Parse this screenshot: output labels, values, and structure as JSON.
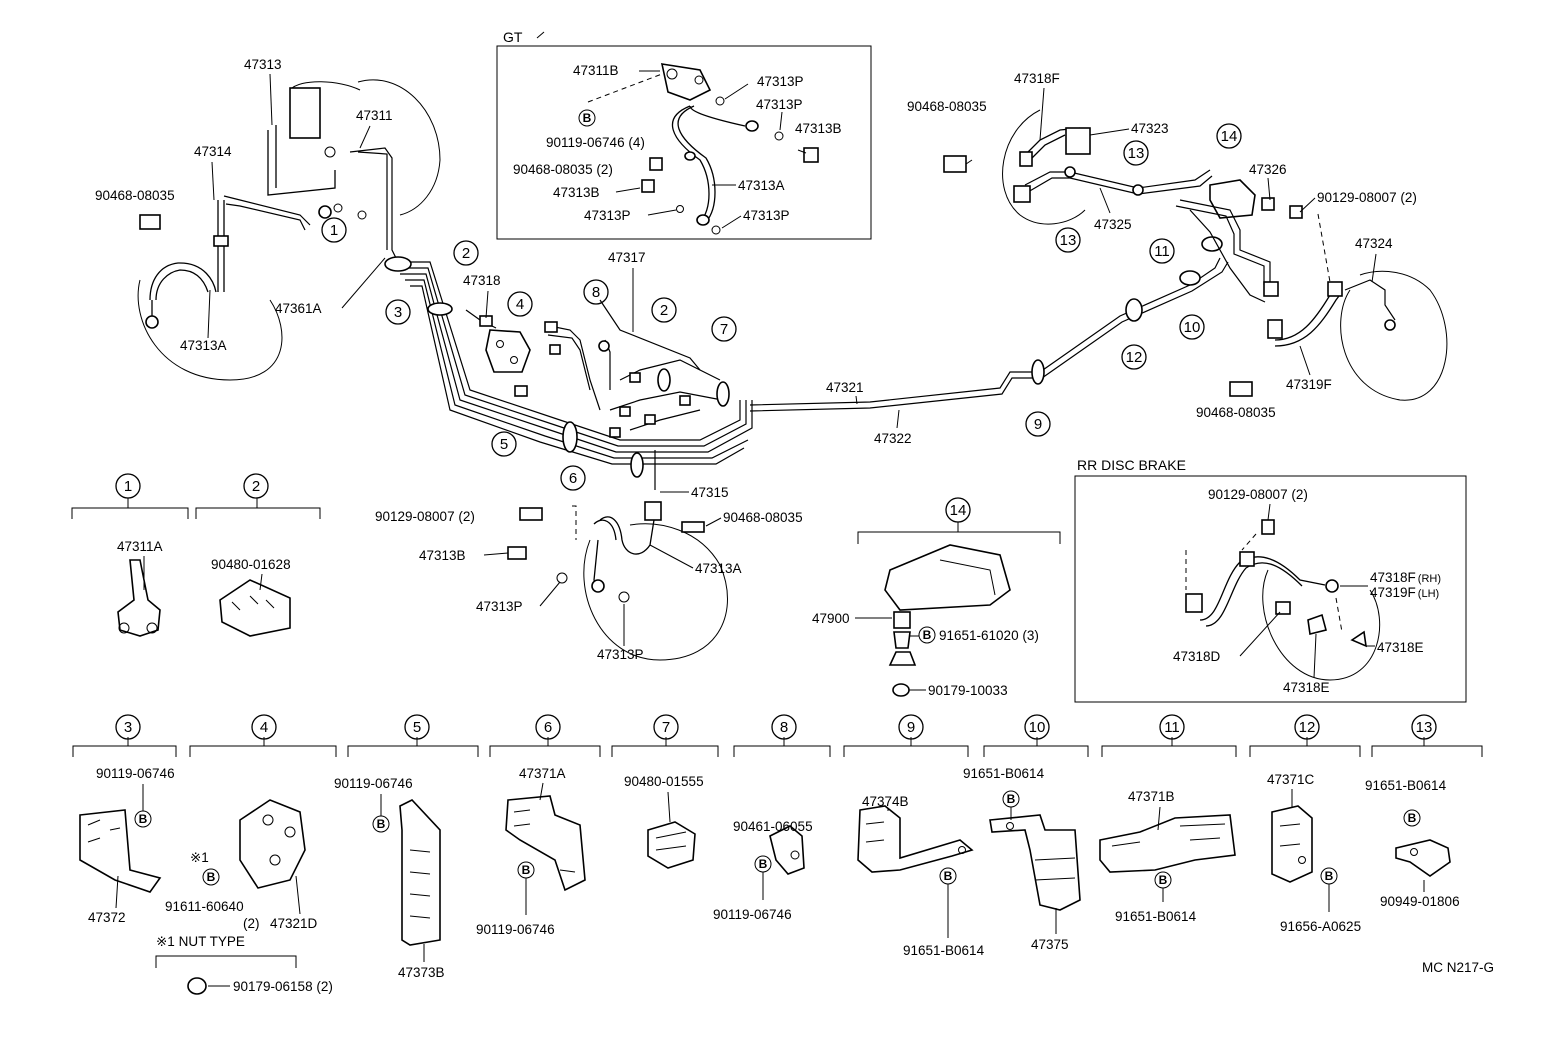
{
  "diagram": {
    "drawing_code": "MC N217-G",
    "box_gt_title": "GT",
    "box_rr_title": "RR DISC BRAKE",
    "nut_type_note": "※1 NUT TYPE",
    "asterisk_mark": "※1",
    "badge_letter": "B",
    "labels": {
      "p47313_top": "47313",
      "p47311_top": "47311",
      "p47314": "47314",
      "p90468_left": "90468-08035",
      "p47361A": "47361A",
      "p47313A_left": "47313A",
      "p47318_mid": "47318",
      "p47317": "47317",
      "p47321": "47321",
      "p47322": "47322",
      "p47315": "47315",
      "p90129_center": "90129-08007 (2)",
      "p90468_center": "90468-08035",
      "p47313B_center": "47313B",
      "p47313A_center": "47313A",
      "p47313P_center1": "47313P",
      "p47313P_center2": "47313P",
      "gt_47311B": "47311B",
      "gt_47313P_1": "47313P",
      "gt_47313P_2": "47313P",
      "gt_47313B_r": "47313B",
      "gt_90119": "90119-06746 (4)",
      "gt_90468": "90468-08035 (2)",
      "gt_47313B_l": "47313B",
      "gt_47313A": "47313A",
      "gt_47313P_3": "47313P",
      "gt_47313P_4": "47313P",
      "r_47318F": "47318F",
      "r_90468_top": "90468-08035",
      "r_47323": "47323",
      "r_47326": "47326",
      "r_47325": "47325",
      "r_90129": "90129-08007 (2)",
      "r_47324": "47324",
      "r_47319F": "47319F",
      "r_90468_bot": "90468-08035",
      "rr_90129": "90129-08007 (2)",
      "rr_47318F": "47318F",
      "rr_47318F_suffix": "(RH)",
      "rr_47319F": "47319F",
      "rr_47319F_suffix": "(LH)",
      "rr_47318D": "47318D",
      "rr_47318E_r": "47318E",
      "rr_47318E_b": "47318E",
      "g14_47900": "47900",
      "g14_91651": "91651-61020 (3)",
      "g14_90179": "90179-10033",
      "g1_47311A": "47311A",
      "g2_90480": "90480-01628",
      "g3_90119": "90119-06746",
      "g3_47372": "47372",
      "g4_91611": "91611-60640",
      "g4_qty": "(2)",
      "g4_47321D": "47321D",
      "g4_90179": "90179-06158 (2)",
      "g5_90119": "90119-06746",
      "g5_47373B": "47373B",
      "g6_47371A": "47371A",
      "g6_90119": "90119-06746",
      "g7_90480": "90480-01555",
      "g8_90461": "90461-06055",
      "g8_90119": "90119-06746",
      "g9_47374B": "47374B",
      "g9_91651": "91651-B0614",
      "g10_91651": "91651-B0614",
      "g10_47375": "47375",
      "g11_47371B": "47371B",
      "g11_91651": "91651-B0614",
      "g12_47371C": "47371C",
      "g12_91656": "91656-A0625",
      "g13_91651": "91651-B0614",
      "g13_90949": "90949-01806"
    },
    "callouts": [
      "1",
      "2",
      "3",
      "4",
      "5",
      "6",
      "7",
      "8",
      "9",
      "10",
      "11",
      "12",
      "13",
      "14"
    ]
  }
}
